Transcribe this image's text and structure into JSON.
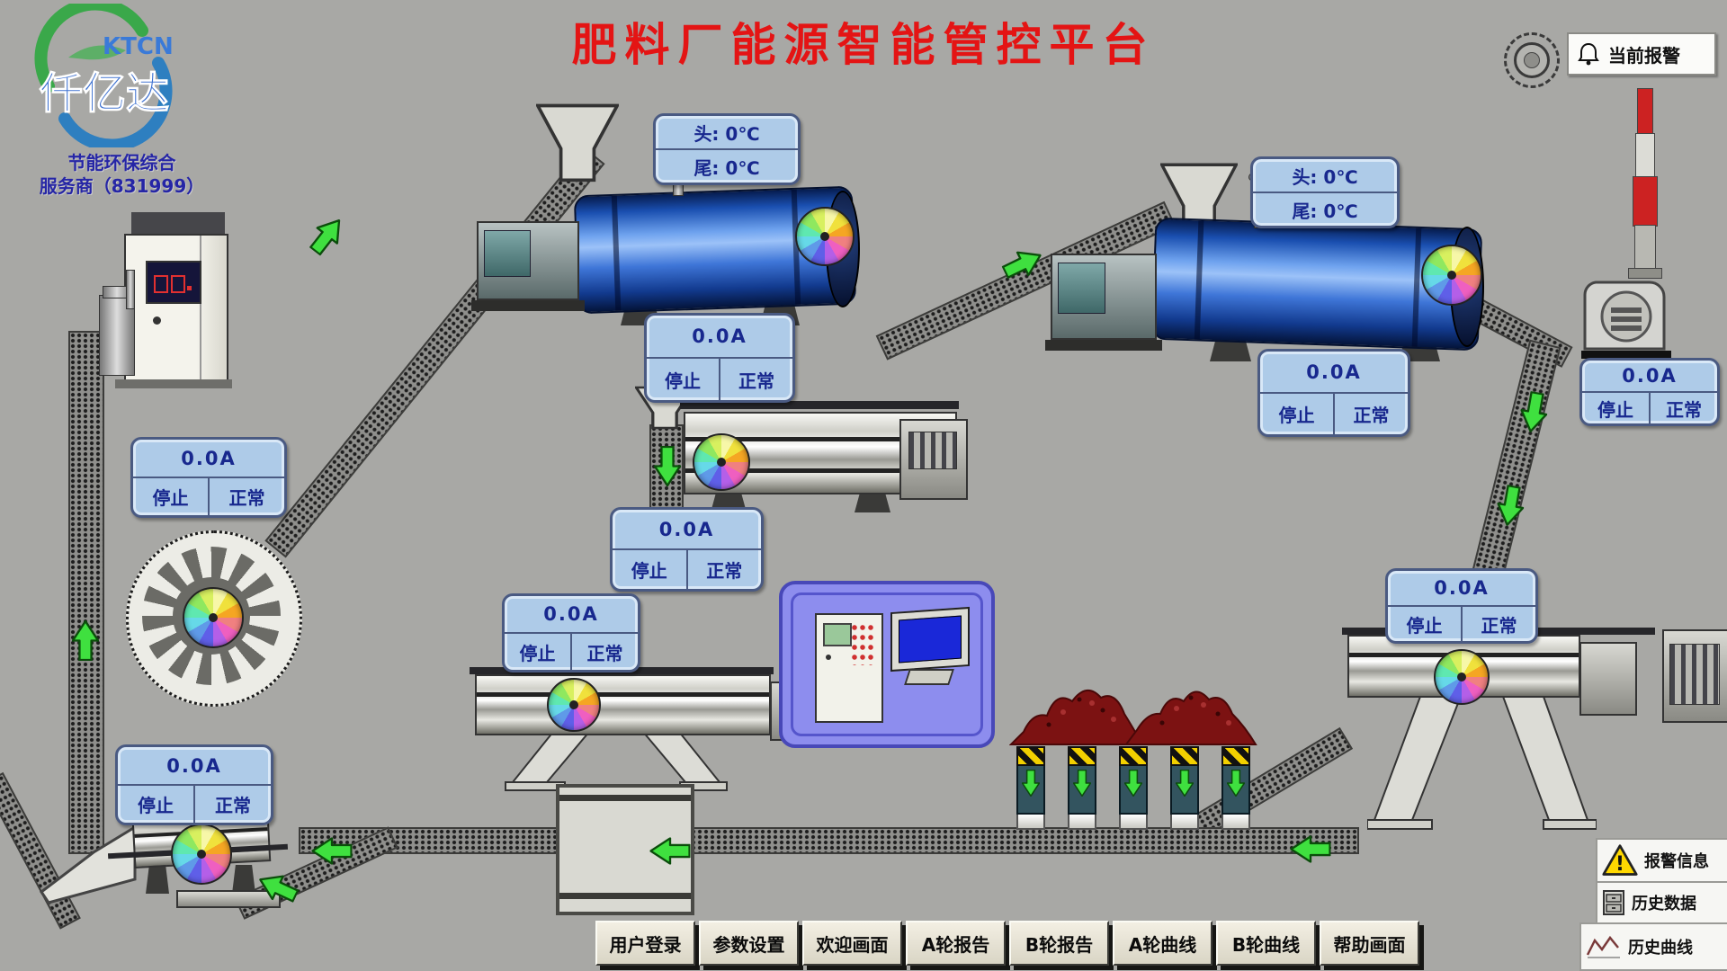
{
  "header": {
    "title": "肥料厂能源智能管控平台",
    "logo": {
      "brand_en": "KTCN",
      "brand_cn": "仟亿达",
      "tagline_line1": "节能环保综合",
      "tagline_line2": "服务商（831999）"
    },
    "alarm_button_label": "当前报警"
  },
  "colors": {
    "background": "#a8a8a5",
    "title_red": "#e41414",
    "panel_blue": "#aecbe8",
    "panel_text_navy": "#18288e",
    "arrow_green": "#3fe03f",
    "drum_blue": "#2f6fd8",
    "control_station_purple": "#8d8dee",
    "material_red": "#7c1212"
  },
  "temp_panels": [
    {
      "head": "头: 0℃",
      "tail": "尾: 0℃"
    },
    {
      "head": "头: 0℃",
      "tail": "尾: 0℃"
    }
  ],
  "status_panels": [
    {
      "current": "0.0A",
      "stop": "停止",
      "normal": "正常"
    },
    {
      "current": "0.0A",
      "stop": "停止",
      "normal": "正常"
    },
    {
      "current": "0.0A",
      "stop": "停止",
      "normal": "正常"
    },
    {
      "current": "0.0A",
      "stop": "停止",
      "normal": "正常"
    },
    {
      "current": "0.0A",
      "stop": "停止",
      "normal": "正常"
    },
    {
      "current": "0.0A",
      "stop": "停止",
      "normal": "正常"
    },
    {
      "current": "0.0A",
      "stop": "停止",
      "normal": "正常"
    },
    {
      "current": "0.0A",
      "stop": "停止",
      "normal": "正常"
    }
  ],
  "nav_buttons": [
    "用户登录",
    "参数设置",
    "欢迎画面",
    "A轮报告",
    "B轮报告",
    "A轮曲线",
    "B轮曲线",
    "帮助画面"
  ],
  "side_buttons": [
    "报警信息",
    "历史数据",
    "历史曲线"
  ]
}
